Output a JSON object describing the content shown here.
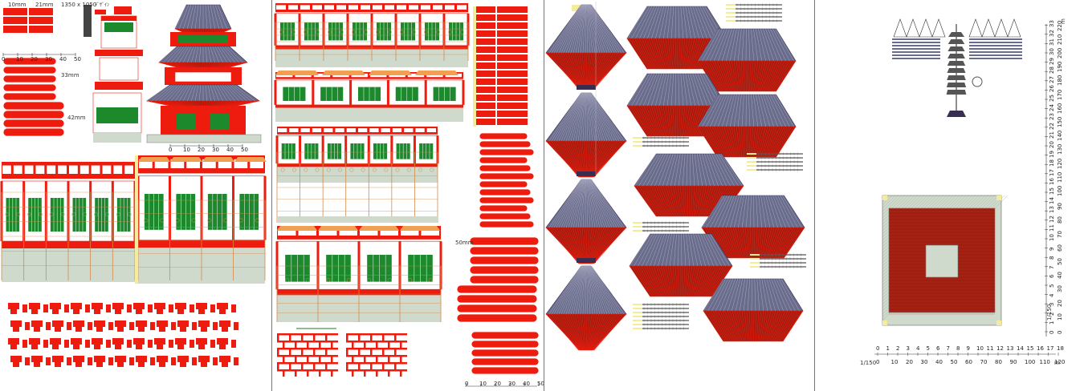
{
  "colors": {
    "red": "#ee1c0e",
    "dark_red": "#a01d10",
    "roof_gray": "#6a6c8c",
    "roof_dark": "#3a2d52",
    "green": "#1c8a2c",
    "pale_green": "#cfdacc",
    "wood": "#d48a4a",
    "yellow": "#f4ec9a",
    "orange": "#f0a050",
    "rule": "#555555"
  },
  "panel1": {
    "labels": {
      "size_a": "10mm",
      "size_b": "21mm",
      "resolution": "1350 x 1050",
      "size_c": "33mm",
      "size_d": "42mm",
      "title_glyph": "ﾃﾞｻﾞｲﾝ"
    },
    "scale_ticks": [
      "0",
      "10",
      "20",
      "30",
      "40",
      "50"
    ],
    "elevation_ticks": [
      "0",
      "10",
      "20",
      "30",
      "40",
      "50"
    ]
  },
  "panel2": {
    "labels": {
      "size_e": "50mm"
    },
    "scale_ticks": [
      "0",
      "10",
      "20",
      "30",
      "40",
      "50"
    ]
  },
  "panel4": {
    "scale_label": "1/150",
    "unit_label": "m",
    "bottom_ticks_m": [
      "0",
      "1",
      "2",
      "3",
      "4",
      "5",
      "6",
      "7",
      "8",
      "9",
      "10",
      "11",
      "12",
      "13",
      "14",
      "15",
      "16",
      "17",
      "18"
    ],
    "bottom_ticks_cm": [
      "0",
      "10",
      "20",
      "30",
      "40",
      "50",
      "60",
      "70",
      "80",
      "90",
      "100",
      "110",
      "120"
    ],
    "right_ticks_m": [
      "0",
      "1",
      "2",
      "3",
      "4",
      "5",
      "6",
      "7",
      "8",
      "9",
      "10",
      "11",
      "12",
      "13",
      "14",
      "15",
      "16",
      "17",
      "18",
      "19",
      "20",
      "21",
      "22",
      "23",
      "24",
      "25",
      "26",
      "27",
      "28",
      "29",
      "30",
      "31",
      "32",
      "33"
    ],
    "right_ticks_cm": [
      "0",
      "10",
      "20",
      "30",
      "40",
      "50",
      "60",
      "70",
      "80",
      "90",
      "100",
      "110",
      "120",
      "130",
      "140",
      "150",
      "160",
      "170",
      "180",
      "190",
      "200",
      "210",
      "220"
    ]
  }
}
